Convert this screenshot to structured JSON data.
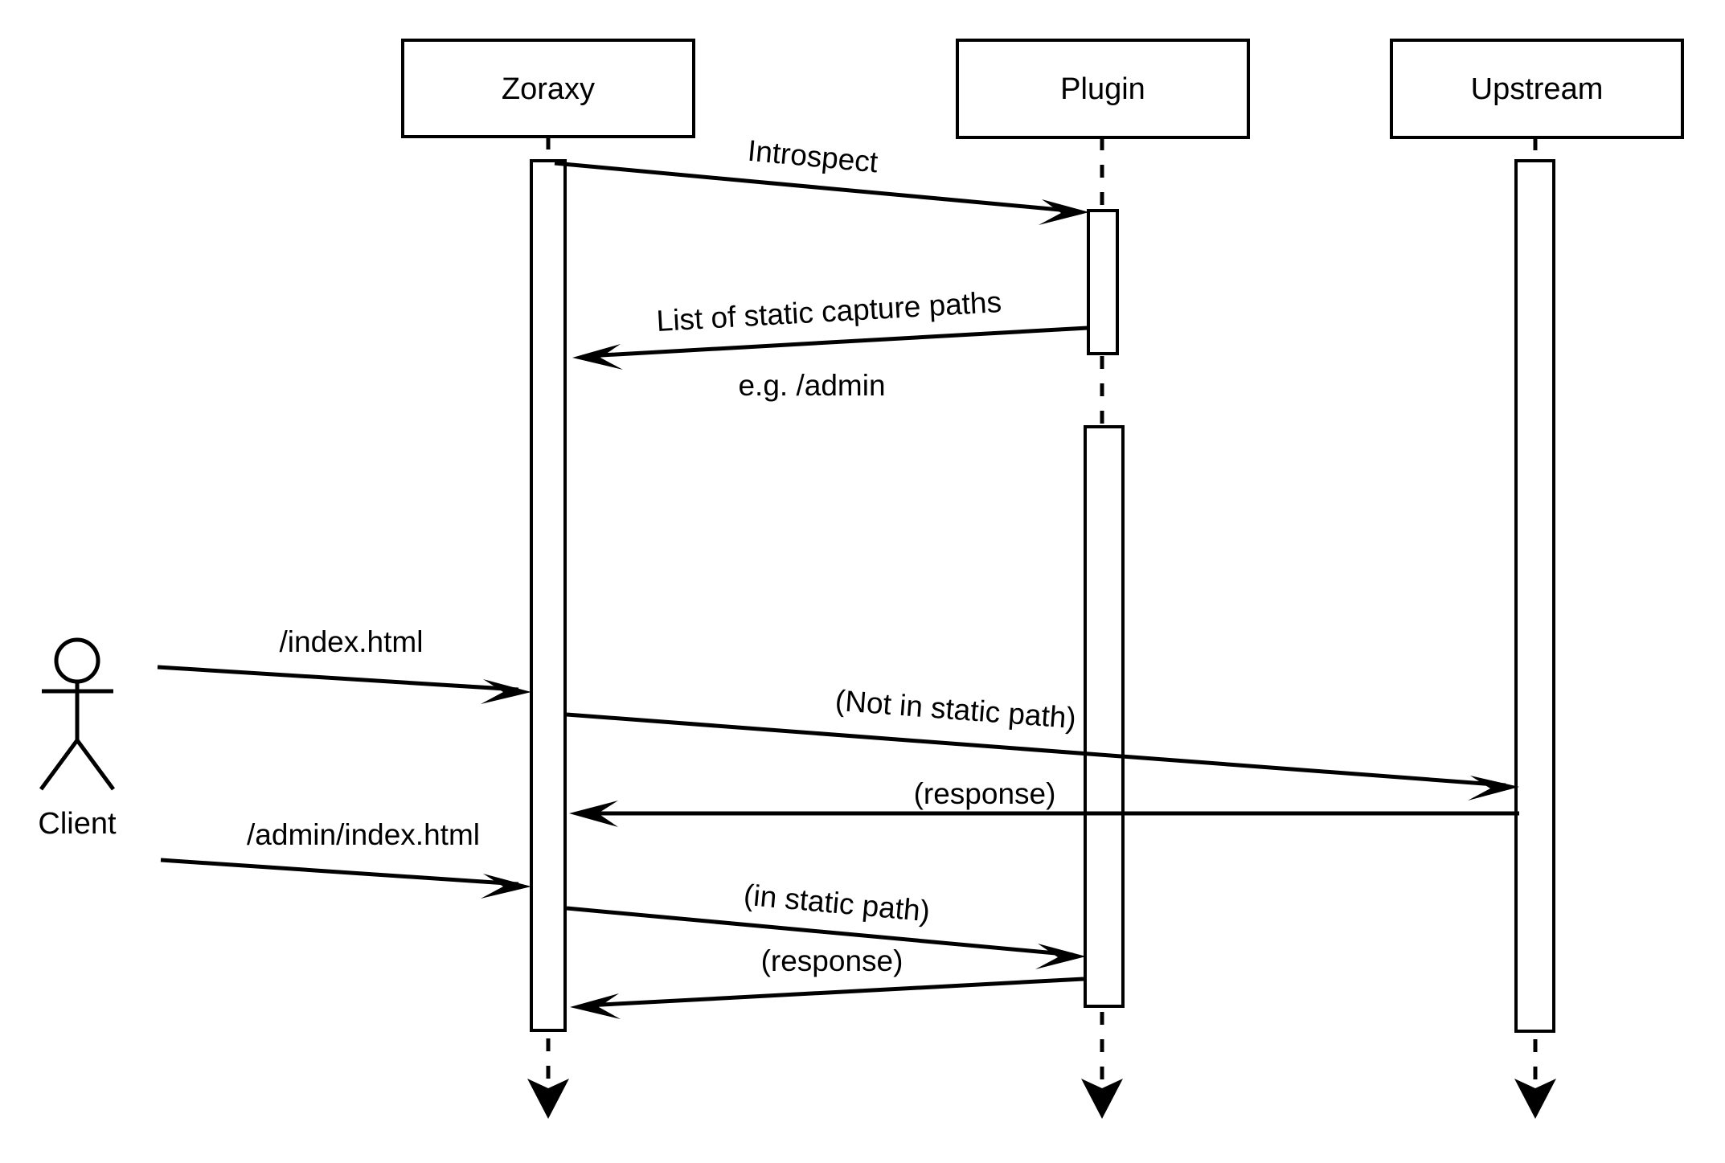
{
  "diagram": {
    "type": "uml-sequence-diagram",
    "background_color": "#ffffff",
    "line_color": "#000000",
    "participants": [
      {
        "id": "client",
        "name": "Client",
        "kind": "actor"
      },
      {
        "id": "zoraxy",
        "name": "Zoraxy",
        "kind": "box"
      },
      {
        "id": "plugin",
        "name": "Plugin",
        "kind": "box"
      },
      {
        "id": "upstream",
        "name": "Upstream",
        "kind": "box"
      }
    ],
    "messages": [
      {
        "id": "m1",
        "label": "Introspect",
        "from": "zoraxy",
        "to": "plugin",
        "direction": "right"
      },
      {
        "id": "m2",
        "label": "List of static capture paths",
        "from": "plugin",
        "to": "zoraxy",
        "direction": "left"
      },
      {
        "id": "m2b",
        "label": "e.g. /admin",
        "from": "plugin",
        "to": "zoraxy",
        "direction": "note"
      },
      {
        "id": "m3",
        "label": "/index.html",
        "from": "client",
        "to": "zoraxy",
        "direction": "right"
      },
      {
        "id": "m4",
        "label": "(Not in static path)",
        "from": "zoraxy",
        "to": "upstream",
        "direction": "right"
      },
      {
        "id": "m5",
        "label": "(response)",
        "from": "upstream",
        "to": "zoraxy",
        "direction": "left"
      },
      {
        "id": "m6",
        "label": "/admin/index.html",
        "from": "client",
        "to": "zoraxy",
        "direction": "right"
      },
      {
        "id": "m7",
        "label": "(in static path)",
        "from": "zoraxy",
        "to": "plugin",
        "direction": "right"
      },
      {
        "id": "m8",
        "label": "(response)",
        "from": "plugin",
        "to": "zoraxy",
        "direction": "left"
      }
    ]
  }
}
